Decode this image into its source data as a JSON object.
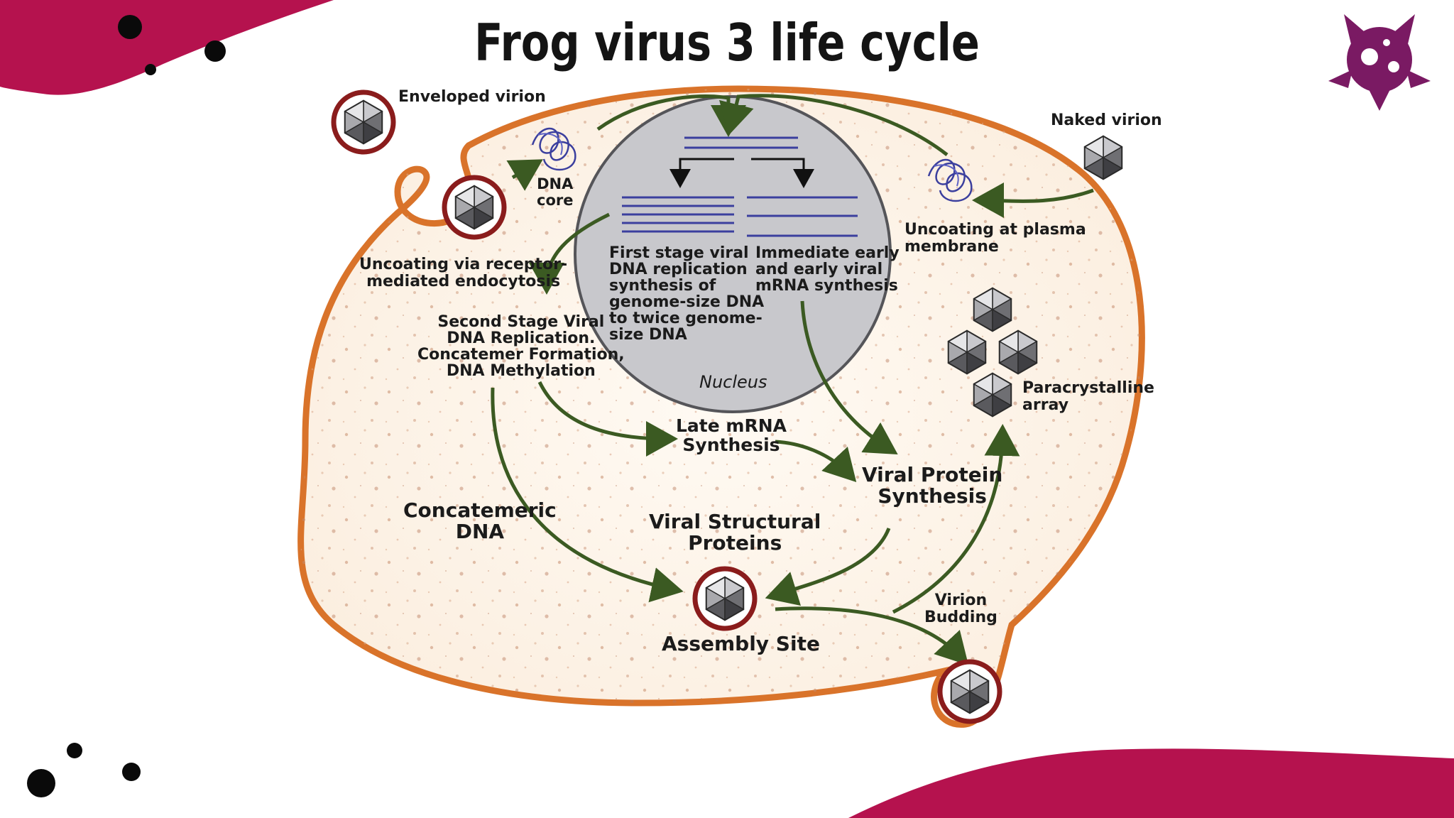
{
  "slide": {
    "title": "Frog virus 3 life cycle",
    "colors": {
      "accent": "#b5124e",
      "logo": "#7a1a63",
      "cell_membrane": "#d9732a",
      "cytoplasm": "#fdf6ee",
      "nucleus": "#c8c8cc",
      "arrow": "#3b5a22",
      "dna": "#3b3f9e"
    }
  },
  "diagram": {
    "labels": {
      "enveloped_virion": "Enveloped virion",
      "naked_virion": "Naked virion",
      "dna_core": [
        "DNA",
        "core"
      ],
      "uncoating_endocytosis": [
        "Uncoating via receptor-",
        "mediated endocytosis"
      ],
      "uncoating_plasma": [
        "Uncoating at plasma",
        "membrane"
      ],
      "first_stage": [
        "First stage viral",
        "DNA replication",
        "synthesis of",
        "genome-size DNA",
        "to twice genome-",
        "size DNA"
      ],
      "immediate_early": [
        "Immediate early",
        "and early viral",
        "mRNA synthesis"
      ],
      "nucleus": "Nucleus",
      "second_stage": [
        "Second Stage Viral",
        "DNA Replication.",
        "Concatemer Formation,",
        "DNA Methylation"
      ],
      "late_mrna": [
        "Late mRNA",
        "Synthesis"
      ],
      "viral_protein": [
        "Viral Protein",
        "Synthesis"
      ],
      "concatemeric_dna": [
        "Concatemeric",
        "DNA"
      ],
      "viral_structural": [
        "Viral Structural",
        "Proteins"
      ],
      "assembly_site": "Assembly Site",
      "paracrystalline": [
        "Paracrystalline",
        "array"
      ],
      "virion_budding": [
        "Virion",
        "Budding"
      ]
    },
    "icons": [
      "virion-icon",
      "dna-coil-icon",
      "logo-virus-icon"
    ]
  }
}
